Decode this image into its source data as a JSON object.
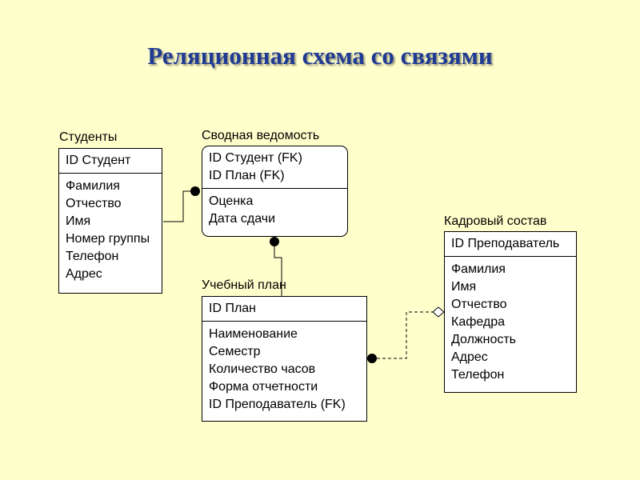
{
  "title": "Реляционная схема со связями",
  "entities": {
    "students": {
      "label": "Студенты",
      "key": [
        "ID Студент"
      ],
      "attrs": [
        "Фамилия",
        "Отчество",
        "Имя",
        "Номер группы",
        "Телефон",
        "Адрес"
      ]
    },
    "summary": {
      "label": "Сводная ведомость",
      "key": [
        "ID Студент (FK)",
        "ID План (FK)"
      ],
      "attrs": [
        "Оценка",
        "Дата сдачи"
      ]
    },
    "plan": {
      "label": "Учебный план",
      "key": [
        "ID План"
      ],
      "attrs": [
        "Наименование",
        "Семестр",
        "Количество часов",
        "Форма отчетности",
        "ID Преподаватель (FK)"
      ]
    },
    "staff": {
      "label": "Кадровый состав",
      "key": [
        "ID Преподаватель"
      ],
      "attrs": [
        "Фамилия",
        "Имя",
        "Отчество",
        "Кафедра",
        "Должность",
        "Адрес",
        "Телефон"
      ]
    }
  }
}
